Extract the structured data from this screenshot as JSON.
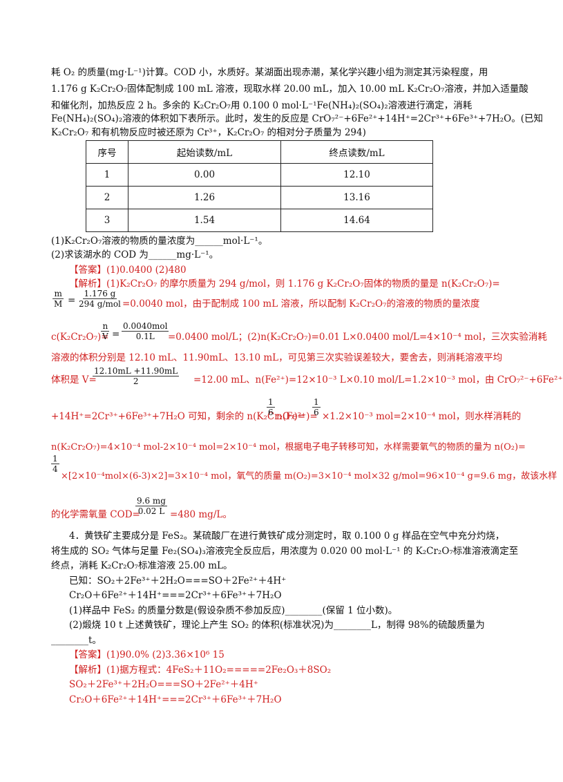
{
  "problem3": {
    "lines": [
      "耗 O₂ 的质量(mg·L⁻¹)计算。COD 小，水质好。某湖面出现赤潮，某化学兴趣小组为测定其污染程度，用",
      "1.176 g K₂Cr₂O₇固体配制成  100 mL 溶液，现取水样 20.00 mL，加入 10.00 mL K₂Cr₂O₇溶液，并加入适量酸",
      "和催化剂，加热反应 2 h。多余的 K₂Cr₂O₇用 0.100 0 mol·L⁻¹Fe(NH₄)₂(SO₄)₂溶液进行滴定，消耗",
      "Fe(NH₄)₂(SO₄)₂溶液的体积如下表所示。此时，发生的反应是 CrO₇²⁻+6Fe²⁺+14H⁺=2Cr³⁺+6Fe³⁺+7H₂O。(已知",
      "K₂Cr₂O₇ 和有机物反应时被还原为  Cr³⁺，K₂Cr₂O₇ 的相对分子质量为 294)"
    ],
    "table": {
      "headers": [
        "序号",
        "起始读数/mL",
        "终点读数/mL"
      ],
      "rows": [
        [
          "1",
          "0.00",
          "12.10"
        ],
        [
          "2",
          "1.26",
          "13.16"
        ],
        [
          "3",
          "1.54",
          "14.64"
        ]
      ]
    },
    "q1": "(1)K₂Cr₂O₇溶液的物质的量浓度为______mol·L⁻¹。",
    "q2": "(2)求该湖水的 COD 为______mg·L⁻¹。",
    "answer": "【答案】(1)0.0400      (2)480",
    "analysis": [
      "【解析】(1)K₂Cr₂O₇ 的摩尔质量为 294 g/mol，则 1.176 g K₂Cr₂O₇固体的物质的量是 n(K₂Cr₂O₇)=",
      "=0.0040 mol，由于配制成 100 mL 溶液，所以配制 K₂Cr₂O₇的溶液的物质的量浓度",
      "c(K₂Cr₂O₇)=",
      "=0.0400 mol/L；(2)n(K₂Cr₂O₇)=0.01 L×0.0400 mol/L=4×10⁻⁴  mol，三次实验消耗",
      "溶液的体积分别是 12.10 mL、11.90mL、13.10 mL，可见第三次实验误差较大，要舍去，则消耗溶液平均",
      "体积是 V=",
      "=12.00 mL、n(Fe²⁺)=12×10⁻³ L×0.10 mol/L=1.2×10⁻³  mol，由 CrO₇²⁻+6Fe²⁺",
      "+14H⁺=2Cr³⁺+6Fe³⁺+7H₂O 可知，剩余的 n(K₂Cr₂O₇)=",
      "n(Fe²⁺)=",
      "×1.2×10⁻³  mol=2×10⁻⁴  mol，则水样消耗的",
      "n(K₂Cr₂O₇)=4×10⁻⁴ mol-2×10⁻⁴ mol=2×10⁻⁴  mol，根据电子电子转移可知，水样需要氧气的物质的量为 n(O₂)=",
      "×[2×10⁻⁴mol×(6-3)×2]=3×10⁻⁴ mol，氧气的质量 m(O₂)=3×10⁻⁴  mol×32 g/mol=96×10⁻⁴  g=9.6 mg，故该水样",
      "的化学需氧量 COD=",
      "=480 mg/L。"
    ],
    "fractions": {
      "mM_num": "m",
      "mM_den": "M",
      "mass_num": "1.176 g",
      "mass_den": "294 g/mol",
      "nV_num": "n",
      "nV_den": "V",
      "conc_num": "0.0040mol",
      "conc_den": "0.1L",
      "vol_num": "12.10mL +11.90mL",
      "vol_den": "2",
      "sixth_num": "1",
      "sixth_den": "6",
      "quarter_num": "1",
      "quarter_den": "4",
      "cod_num": "9.6 mg",
      "cod_den": "0.02 L"
    }
  },
  "problem4": {
    "lines": [
      "4．黄铁矿主要成分是 FeS₂。某硫酸厂在进行黄铁矿成分测定时，取 0.100 0 g 样品在空气中充分灼烧，",
      "将生成的 SO₂ 气体与足量 Fe₂(SO₄)₃溶液完全反应后，用浓度为 0.020 00 mol·L⁻¹ 的 K₂Cr₂O₇标准溶液滴定至",
      "终点，消耗 K₂Cr₂O₇标准溶液 25.00 mL。"
    ],
    "known": [
      "已知：SO₂＋2Fe³⁺＋2H₂O===SO＋2Fe²⁺＋4H⁺",
      "Cr₂O＋6Fe²⁺＋14H⁺===2Cr³⁺＋6Fe³⁺＋7H₂O"
    ],
    "q1": "(1)样品中 FeS₂ 的质量分数是(假设杂质不参加反应)________(保留 1 位小数)。",
    "q2a": "(2)煅烧 10 t 上述黄铁矿，理论上产生 SO₂ 的体积(标准状况)为________L，制得 98%的硫酸质量为",
    "q2b": "________t。",
    "answer": "【答案】(1)90.0%    (2)3.36×10⁶    15",
    "analysis": [
      "【解析】(1)据方程式：4FeS₂＋11O₂=====2Fe₂O₃＋8SO₂",
      "SO₂＋2Fe³⁺＋2H₂O===SO＋2Fe²⁺＋4H⁺",
      "Cr₂O＋6Fe²⁺＋14H⁺===2Cr³⁺＋6Fe³⁺＋7H₂O"
    ]
  },
  "colors": {
    "answer_red": "#d02020",
    "text": "#111111"
  }
}
